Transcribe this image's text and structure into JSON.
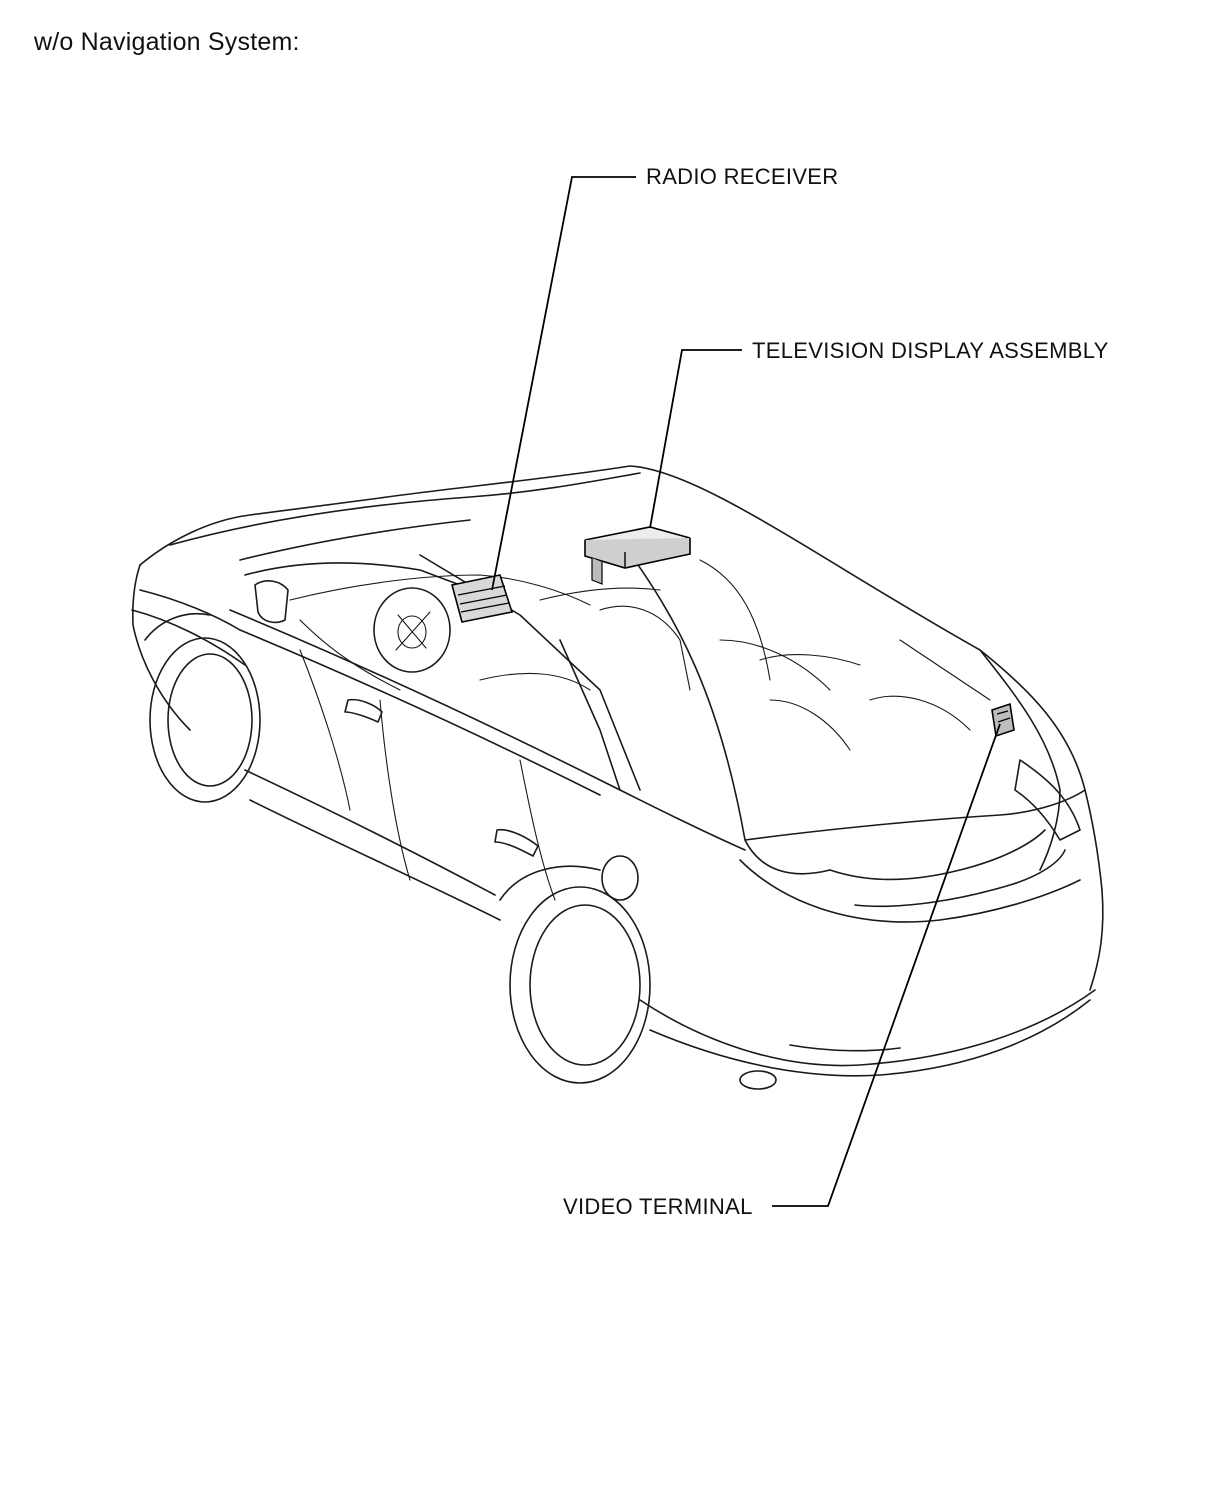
{
  "heading": "w/o Navigation System:",
  "callouts": {
    "radio_receiver": "RADIO RECEIVER",
    "television_display_assembly": "TELEVISION DISPLAY ASSEMBLY",
    "video_terminal": "VIDEO TERMINAL"
  }
}
